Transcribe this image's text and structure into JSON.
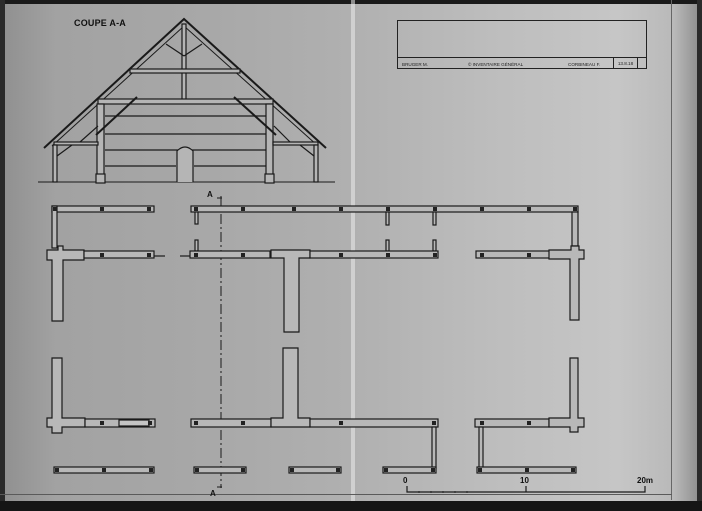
{
  "drawing": {
    "section_title": "COUPE A-A",
    "section_marker_label": "A",
    "title_block": {
      "author": "BRUGER M.",
      "copyright": "© INVENTAIRE GÉNÉRAL",
      "drafter": "CORBINEAU F.",
      "reference": "13.8.18"
    },
    "scale_bar": {
      "labels": [
        "0",
        "10",
        "20m"
      ],
      "units": "m",
      "max": 20
    },
    "views": [
      "section A-A (coupe)",
      "ground plan (plan)"
    ],
    "colors": {
      "paper": "#a8a8a8",
      "ink": "#1a1a1a",
      "fill_wall": "#bdbdbd",
      "frame": "#151515"
    }
  }
}
